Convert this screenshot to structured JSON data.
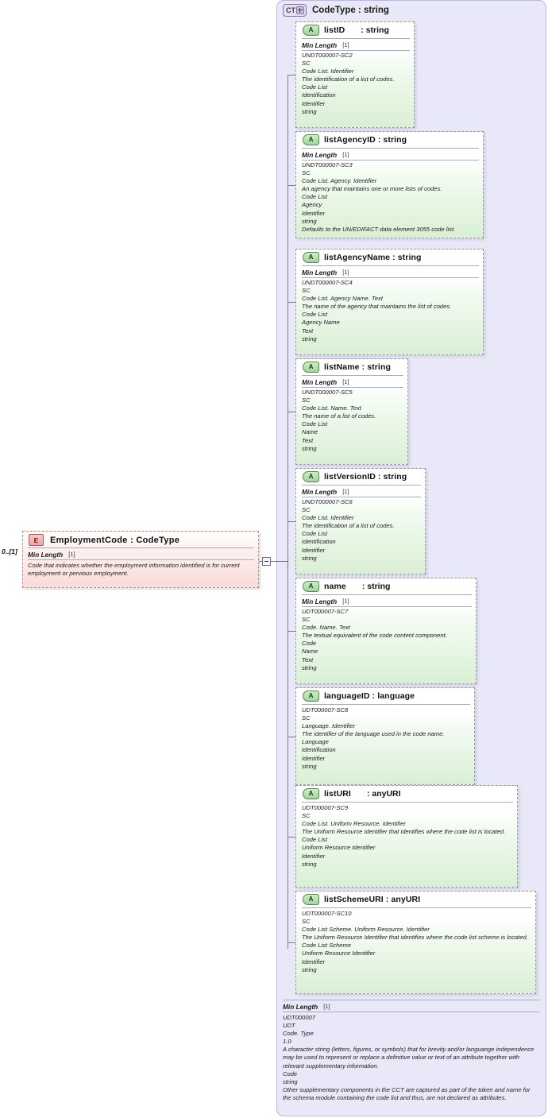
{
  "diagram": {
    "kind": "xsd-schema-diagram",
    "colors": {
      "container_bg": "#e8e8f8",
      "attribute_bg_top": "#ffffff",
      "attribute_bg_bottom": "#d9f0d4",
      "element_bg_bottom": "#f8dcd9",
      "connector": "#7a7aa8"
    }
  },
  "complex_type": {
    "badge": "CT",
    "badge_icon": "ct-plus-icon",
    "title": "CodeType : string",
    "footer": {
      "facet_label": "Min Length",
      "facet_cardinality": "[1]",
      "doc_lines": [
        "UDT000007",
        "UDT",
        "Code. Type",
        "1.0",
        "A character string (letters, figures, or symbols) that for brevity and/or languange independence may be used to represent or replace a definitive value or text of an attribute together with relevant supplementary information.",
        "Code",
        "string",
        "Other supplementary components in the CCT are captured as part of the token and name for the schema module containing the code list and thus, are not declared as attributes."
      ]
    }
  },
  "element": {
    "badge": "E",
    "title": "EmploymentCode : CodeType",
    "cardinality": "0..[1]",
    "facet_label": "Min Length",
    "facet_cardinality": "[1]",
    "doc_lines": [
      "Code that indicates whether the employment information identified is for current employment or pervious employment."
    ],
    "connector_icon": "collapse-minus-icon"
  },
  "attributes": [
    {
      "badge": "A",
      "name": "listID",
      "type": ": string",
      "facet_label": "Min Length",
      "facet_cardinality": "[1]",
      "doc_lines": [
        "UNDT000007-SC2",
        "SC",
        "Code List. Identifier",
        "The identification of a list of codes.",
        "Code List",
        "Identification",
        "Identifier",
        "string"
      ]
    },
    {
      "badge": "A",
      "name": "listAgencyID : string",
      "type": "",
      "facet_label": "Min Length",
      "facet_cardinality": "[1]",
      "doc_lines": [
        "UNDT000007-SC3",
        "SC",
        "Code List. Agency. Identifier",
        "An agency that maintains one or more lists of codes.",
        "Code List",
        "Agency",
        "Identifier",
        "string",
        "Defaults to the UN/EDIFACT data element 3055 code list."
      ]
    },
    {
      "badge": "A",
      "name": "listAgencyName : string",
      "type": "",
      "facet_label": "Min Length",
      "facet_cardinality": "[1]",
      "doc_lines": [
        "UNDT000007-SC4",
        "SC",
        "Code List. Agency Name. Text",
        "The name of the agency that maintains the list of codes.",
        "Code List",
        "Agency Name",
        "Text",
        "string"
      ]
    },
    {
      "badge": "A",
      "name": "listName : string",
      "type": "",
      "facet_label": "Min Length",
      "facet_cardinality": "[1]",
      "doc_lines": [
        "UNDT000007-SC5",
        "SC",
        "Code List. Name. Text",
        "The name of a list of codes.",
        "Code List",
        "Name",
        "Text",
        "string"
      ]
    },
    {
      "badge": "A",
      "name": "listVersionID : string",
      "type": "",
      "facet_label": "Min Length",
      "facet_cardinality": "[1]",
      "doc_lines": [
        "UNDT000007-SC6",
        "SC",
        "Code List. Identifier",
        "The identification of a list of codes.",
        "Code List",
        "Identification",
        "Identifier",
        "string"
      ]
    },
    {
      "badge": "A",
      "name": "name",
      "type": ": string",
      "facet_label": "Min Length",
      "facet_cardinality": "[1]",
      "doc_lines": [
        "UDT000007-SC7",
        "SC",
        "Code. Name. Text",
        "The textual equivalent of the code content component.",
        "Code",
        "Name",
        "Text",
        "string"
      ]
    },
    {
      "badge": "A",
      "name": "languageID : language",
      "type": "",
      "facet_label": "",
      "facet_cardinality": "",
      "doc_lines": [
        "UDT000007-SC8",
        "SC",
        "Language. Identifier",
        "The identifier of the language used in the code name.",
        "Language",
        "Identification",
        "Identifier",
        "string"
      ]
    },
    {
      "badge": "A",
      "name": "listURI",
      "type": ": anyURI",
      "facet_label": "",
      "facet_cardinality": "",
      "doc_lines": [
        "UDT000007-SC9",
        "SC",
        "Code List. Uniform Resource. Identifier",
        "The Uniform Resource Identifier that identifies where the code list is located.",
        "Code List",
        "Uniform Resource Identifier",
        "Identifier",
        "string"
      ]
    },
    {
      "badge": "A",
      "name": "listSchemeURI : anyURI",
      "type": "",
      "facet_label": "",
      "facet_cardinality": "",
      "doc_lines": [
        "UDT000007-SC10",
        "SC",
        "Code List Scheme. Uniform Resource. Identifier",
        "The Uniform Resource Identifier that identifies where the code list scheme is located.",
        "Code List Scheme",
        "Uniform Resource Identifier",
        "Identifier",
        "string"
      ]
    }
  ]
}
